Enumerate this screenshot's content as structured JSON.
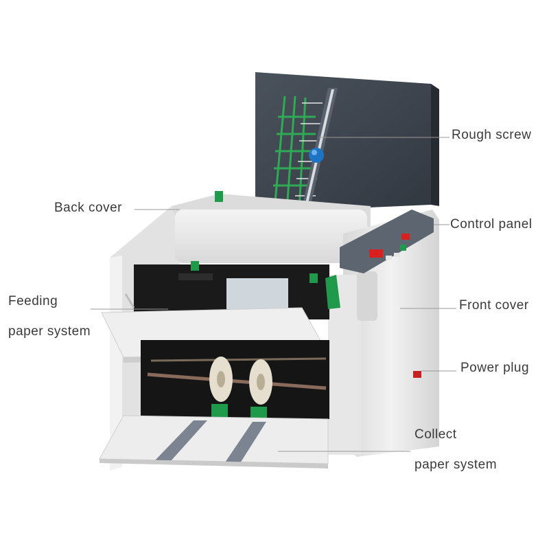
{
  "labels": {
    "back_cover": "Back cover",
    "feeding_line1": "Feeding",
    "feeding_line2": "paper system",
    "rough_screw": "Rough screw",
    "control_panel": "Control panel",
    "front_cover": "Front cover",
    "power_plug": "Power plug",
    "collect_line1": "Collect",
    "collect_line2": "paper system"
  },
  "colors": {
    "label_text": "#3a3a3a",
    "leader_line": "#9a9a9a",
    "tray_dark": "#3d454f",
    "body_white": "#ececec",
    "accent_green": "#1e9a4a",
    "screw_blue": "#1e74c4",
    "display_red": "#d9201e"
  }
}
